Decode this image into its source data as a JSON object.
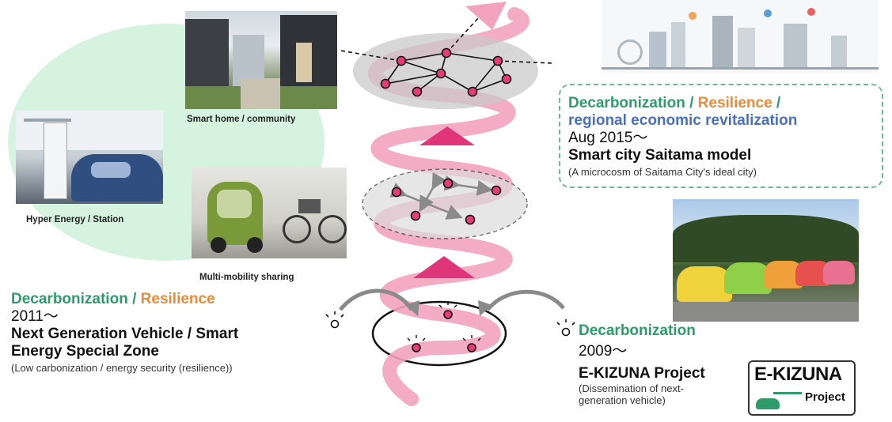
{
  "photos": {
    "smart_home_caption": "Smart home / community",
    "hyper_energy_caption": "Hyper Energy / Station",
    "multi_mobility_caption": "Multi-mobility sharing"
  },
  "stage_top": {
    "since": "Aug 2015～",
    "title": "Smart city Saitama model",
    "note": "(A microcosm of Saitama City's ideal city)",
    "theme_line1_a": "Decarbonization",
    "theme_line1_sep1": " / ",
    "theme_line1_b": "Resilience",
    "theme_line1_sep2": " /",
    "theme_line2": "regional economic revitalization"
  },
  "stage_middle": {
    "theme_a": "Decarbonization",
    "theme_sep": " / ",
    "theme_b": "Resilience",
    "since": "2011～",
    "title_line1": "Next Generation Vehicle / Smart",
    "title_line2": "Energy Special Zone",
    "note": "(Low carbonization / energy security (resilience))"
  },
  "stage_bottom": {
    "theme": "Decarbonization",
    "since": "2009～",
    "title": "E-KIZUNA Project",
    "note_line1": "(Dissemination of next-",
    "note_line2": "generation vehicle)"
  },
  "logo": {
    "main": "E-KIZUNA",
    "sub": "Project"
  },
  "colors": {
    "spiral": "#f2a3bd",
    "arrow": "#e0357a",
    "node_fill": "#e63d78",
    "green_theme": "#2e9b6a",
    "orange_theme": "#e98b3a",
    "blue_theme": "#4a6fbf",
    "dashed_box": "#6db89a",
    "light_green_bg": "#d6f3e0"
  }
}
